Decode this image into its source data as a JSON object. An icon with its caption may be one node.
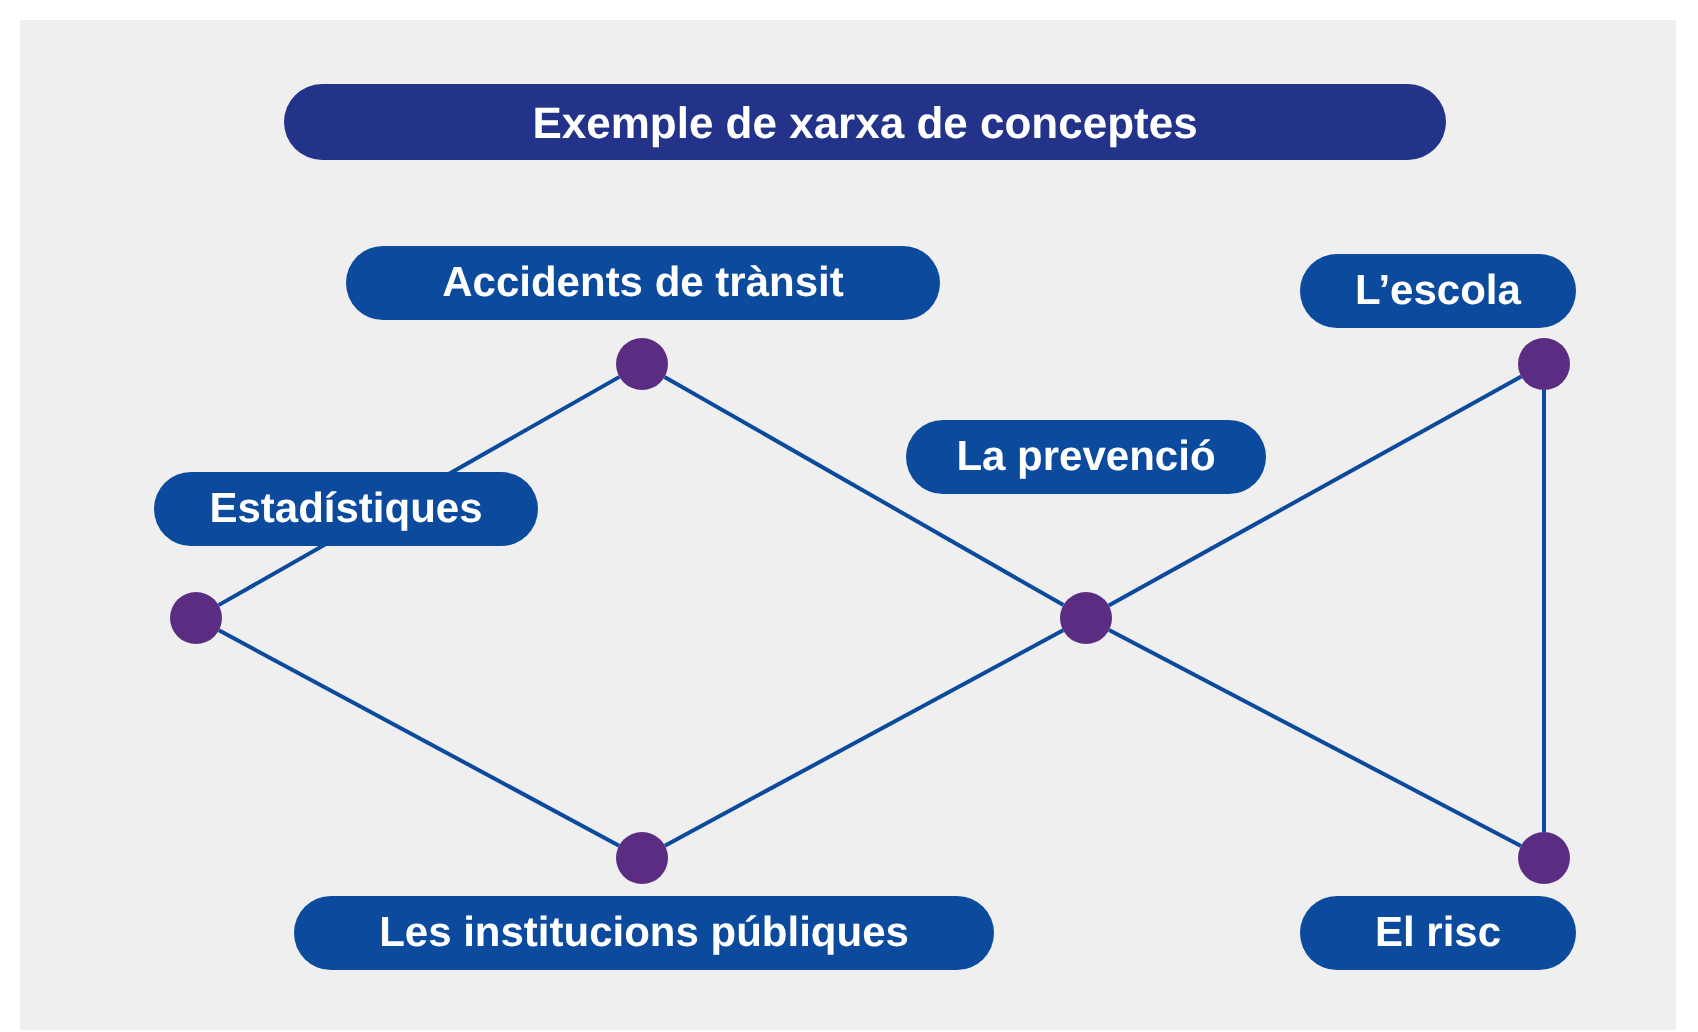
{
  "diagram": {
    "title": "Exemple de xarxa de conceptes",
    "nodes": [
      {
        "text": [],
        "shape": "circle",
        "beside": [
          "Accidents de trànsit"
        ]
      },
      {
        "text": [],
        "shape": "circle",
        "beside": [
          "L’escola"
        ]
      },
      {
        "text": [],
        "shape": "circle",
        "beside": [
          "La prevenció"
        ]
      },
      {
        "text": [],
        "shape": "circle",
        "beside": [
          "Estadístiques"
        ]
      },
      {
        "text": [],
        "shape": "circle",
        "beside": [
          "Les institucions públiques"
        ]
      },
      {
        "text": [],
        "shape": "circle",
        "beside": [
          "El risc"
        ]
      }
    ],
    "edges": [
      {
        "from": 3,
        "to": 0,
        "arrow": "none"
      },
      {
        "from": 3,
        "to": 4,
        "arrow": "none"
      },
      {
        "from": 0,
        "to": 2,
        "arrow": "none"
      },
      {
        "from": 4,
        "to": 2,
        "arrow": "none"
      },
      {
        "from": 2,
        "to": 1,
        "arrow": "none"
      },
      {
        "from": 2,
        "to": 5,
        "arrow": "none"
      },
      {
        "from": 1,
        "to": 5,
        "arrow": "none"
      }
    ]
  }
}
